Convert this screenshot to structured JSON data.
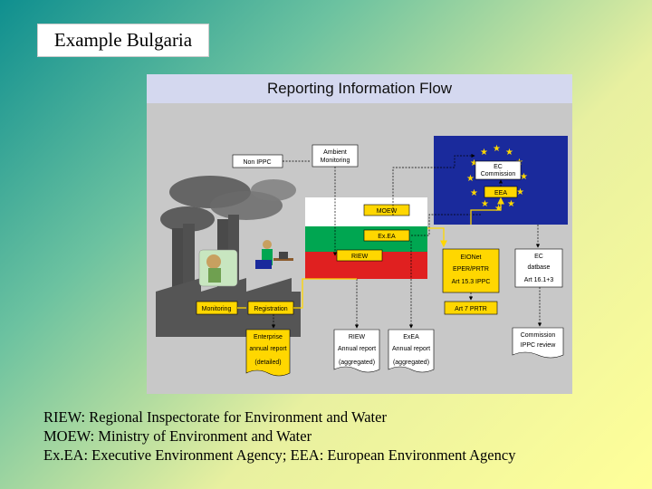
{
  "slide": {
    "title": "Example Bulgaria"
  },
  "diagram": {
    "title": "Reporting Information Flow",
    "boxes": {
      "non_ippc": "Non IPPC",
      "ambient": [
        "Ambient",
        "Monitoring"
      ],
      "ec_commission": [
        "EC",
        "Commission"
      ],
      "eea": "EEA",
      "moew": "MOEW",
      "exea": "Ex.EA",
      "riew": "RIEW",
      "eionet": [
        "EIONet",
        "EPER/PRTR",
        "Art 15.3 IPPC"
      ],
      "ec_database": [
        "EC",
        "datbase",
        "Art 16.1+3"
      ],
      "art7": "Art 7 PRTR",
      "monitoring": "Monitoring",
      "registration": "Registration"
    },
    "documents": {
      "enterprise": [
        "Enterprise",
        "annual report",
        "(detailed)"
      ],
      "riew_report": [
        "RIEW",
        "Annual report",
        "(aggregated)"
      ],
      "exea_report": [
        "ExEA",
        "Annual report",
        "(aggregated)"
      ],
      "commission": [
        "Commission",
        "IPPC review"
      ]
    },
    "colors": {
      "eu_blue": "#1a2a9c",
      "eu_star": "#ffd700",
      "yellow_box": "#ffd700",
      "bulgaria_white": "#ffffff",
      "bulgaria_green": "#00a651",
      "bulgaria_red": "#e02020",
      "factory": "#4a4a4a",
      "smoke": "#5a5a5a"
    }
  },
  "footer": {
    "line1": "RIEW: Regional Inspectorate for Environment and Water",
    "line2": "MOEW: Ministry of Environment and Water",
    "line3": "Ex.EA: Executive Environment Agency; EEA: European Environment Agency"
  }
}
